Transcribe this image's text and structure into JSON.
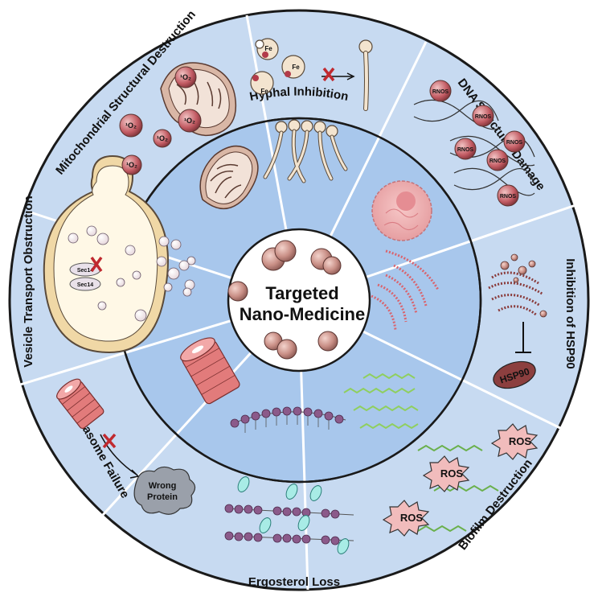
{
  "center": {
    "title_line1": "Targeted",
    "title_line2": "Nano-Medicine"
  },
  "segments": [
    {
      "id": "hyphal",
      "label": "Hyphal Inhibition"
    },
    {
      "id": "dna",
      "label": "DNA Structural Damage"
    },
    {
      "id": "hsp90",
      "label": "Inhibition of HSP90"
    },
    {
      "id": "biofilm",
      "label": "Biofilm Destruction"
    },
    {
      "id": "ergosterol",
      "label": "Ergosterol Loss"
    },
    {
      "id": "proteasome",
      "label": "Proteasome Failure"
    },
    {
      "id": "vesicle",
      "label": "Vesicle Transport Obstruction"
    },
    {
      "id": "mito",
      "label": "Mitochondrial Structural Destruction"
    }
  ],
  "labels": {
    "fe": "Fe",
    "rnos": "RNOS",
    "hsp90": "HSP90",
    "ros": "ROS",
    "sec14": "Sec14",
    "wrong_protein_line1": "Wrong",
    "wrong_protein_line2": "Protein",
    "singlet_oxygen": "¹O₂"
  },
  "colors": {
    "outer_ring": "#c7daf1",
    "inner_ring": "#a8c7ec",
    "center": "#ffffff",
    "nanoparticle": "#c98f86",
    "mito_fill": "#d9b7a6",
    "pink_structure": "#e27b7b",
    "membrane_head": "#8b5a8a",
    "biofilm_green": "#8fcf5e",
    "cyan_ellipse": "#a8ece6"
  }
}
